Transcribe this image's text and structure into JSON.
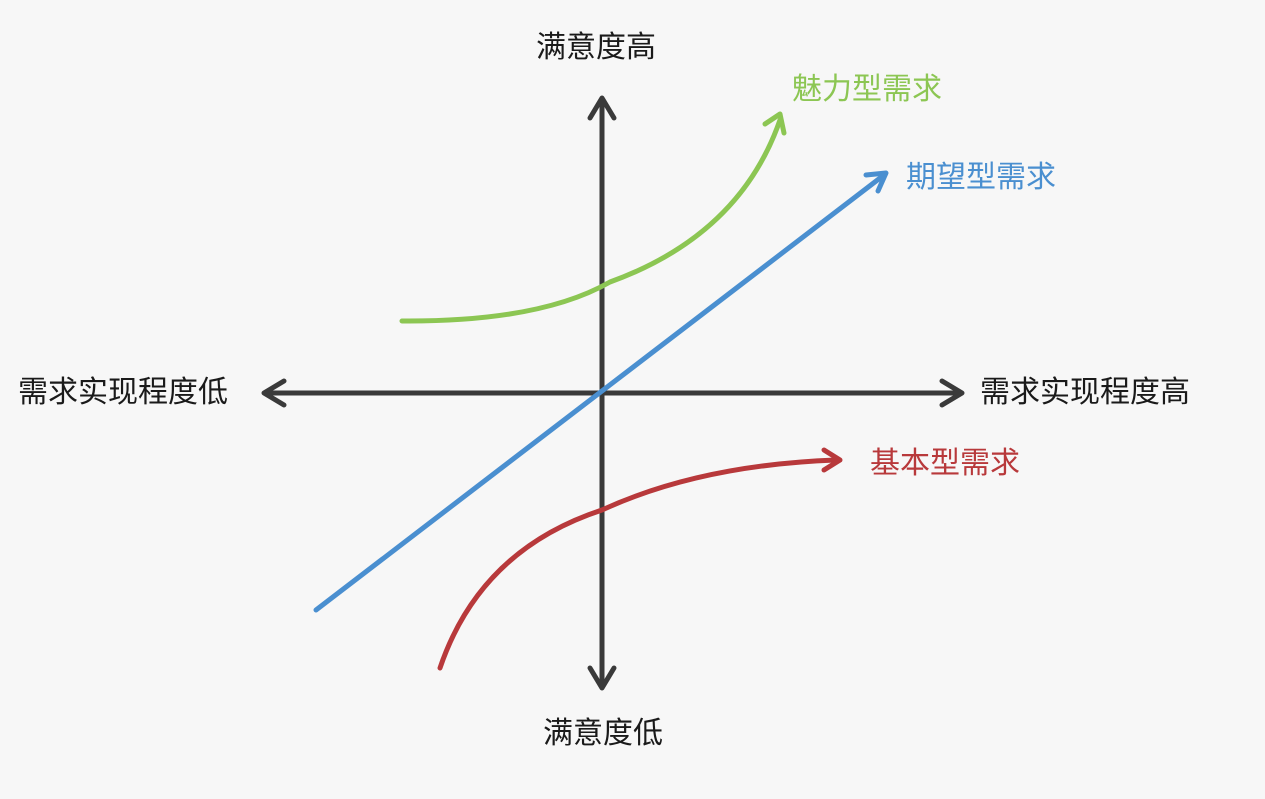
{
  "axes": {
    "y_top_label": "满意度高",
    "y_bottom_label": "满意度低",
    "x_left_label": "需求实现程度低",
    "x_right_label": "需求实现程度高",
    "color": "#3a3a3a"
  },
  "curves": {
    "attractive": {
      "label": "魅力型需求",
      "color": "#8cc653"
    },
    "expected": {
      "label": "期望型需求",
      "color": "#4a8fd0"
    },
    "basic": {
      "label": "基本型需求",
      "color": "#b8393b"
    }
  }
}
